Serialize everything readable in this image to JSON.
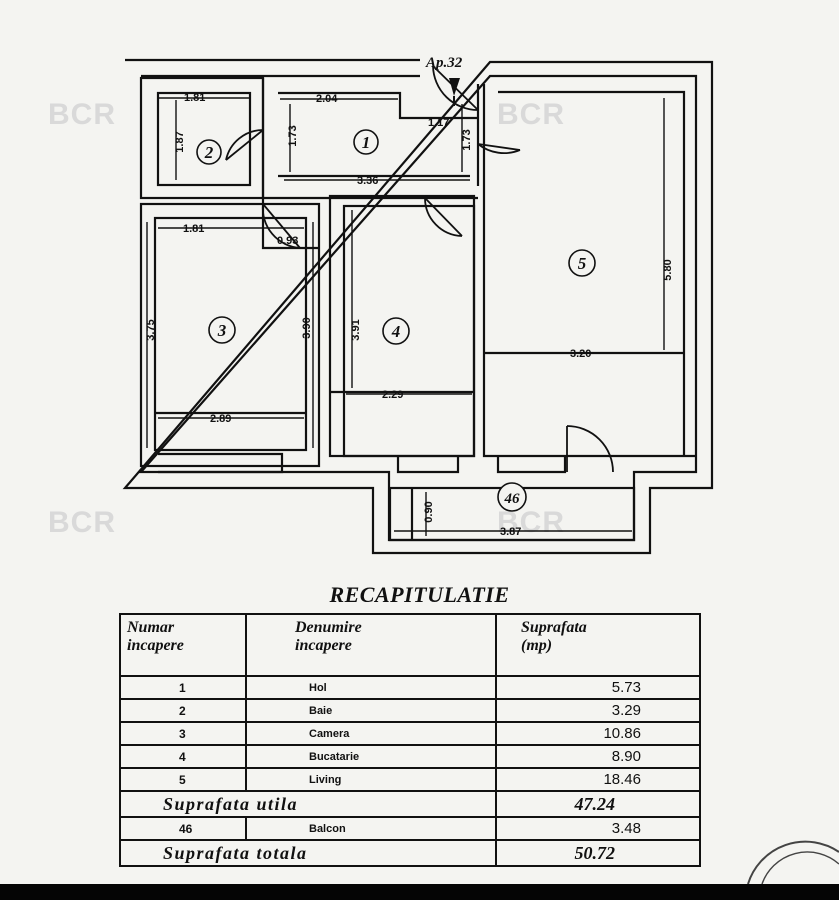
{
  "watermark": {
    "text": "BCR"
  },
  "plan": {
    "apartment_label": "Ap.32",
    "rooms": [
      {
        "number": "1"
      },
      {
        "number": "2"
      },
      {
        "number": "3"
      },
      {
        "number": "4"
      },
      {
        "number": "5"
      },
      {
        "number": "46"
      }
    ],
    "dimensions": {
      "bath_width": "1.81",
      "bath_height": "1.87",
      "hall_width_top": "2.04",
      "hall_height_left": "1.73",
      "hall_entry": "1.17",
      "hall_height_right": "1.73",
      "hall_width": "3.36",
      "room3_width_top": "1.81",
      "passage": "0.93",
      "room3_height_left": "3.75",
      "room3_height_right": "3.90",
      "room3_width": "2.89",
      "room4_height": "3.91",
      "room4_width": "2.29",
      "room5_height": "5.80",
      "room5_width": "3.20",
      "balcony_depth": "0.90",
      "balcony_width": "3.87"
    }
  },
  "recap": {
    "title": "RECAPITULATIE",
    "headers": {
      "col1_line1": "Numar",
      "col1_line2": "incapere",
      "col2_line1": "Denumire",
      "col2_line2": "incapere",
      "col3_line1": "Suprafata",
      "col3_line2": "(mp)"
    },
    "rows": [
      {
        "nr": "1",
        "name": "Hol",
        "area": "5.73"
      },
      {
        "nr": "2",
        "name": "Baie",
        "area": "3.29"
      },
      {
        "nr": "3",
        "name": "Camera",
        "area": "10.86"
      },
      {
        "nr": "4",
        "name": "Bucatarie",
        "area": "8.90"
      },
      {
        "nr": "5",
        "name": "Living",
        "area": "18.46"
      }
    ],
    "useful_label": "Suprafata utila",
    "useful_value": "47.24",
    "balcony_row": {
      "nr": "46",
      "name": "Balcon",
      "area": "3.48"
    },
    "total_label": "Suprafata totala",
    "total_value": "50.72"
  }
}
